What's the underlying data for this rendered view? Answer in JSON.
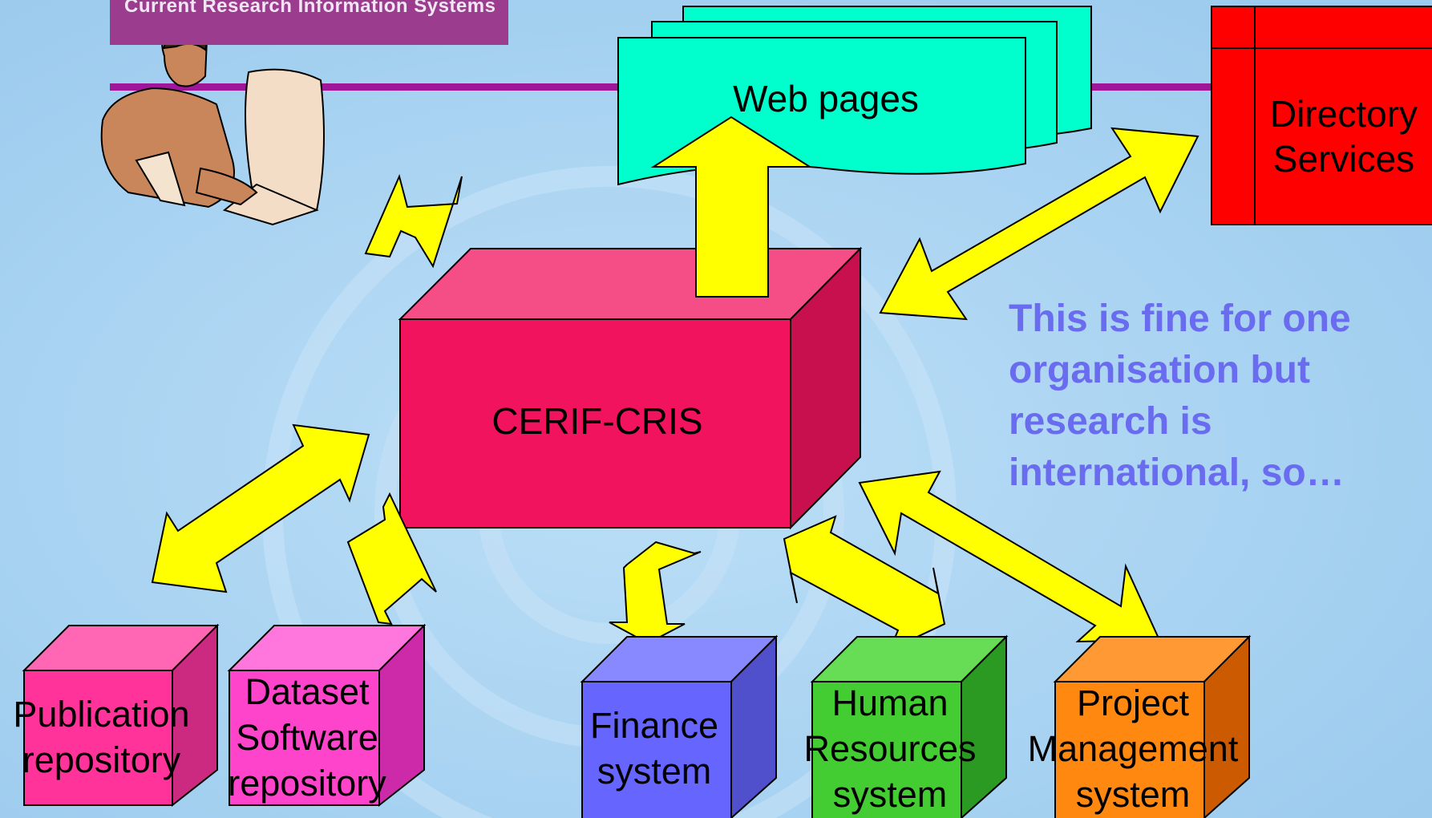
{
  "banner": {
    "text": "Current Research Information Systems"
  },
  "central": {
    "label": "CERIF-CRIS"
  },
  "web": {
    "label": "Web pages"
  },
  "directory": {
    "line1": "Directory",
    "line2": "Services"
  },
  "note": {
    "line1": "This is fine for one",
    "line2": "organisation but",
    "line3": "research is",
    "line4": "international, so…"
  },
  "systems": {
    "publication": {
      "line1": "Publication",
      "line2": "repository"
    },
    "dataset": {
      "line1": "Dataset",
      "line2": "Software",
      "line3": "repository"
    },
    "finance": {
      "line1": "Finance",
      "line2": "system"
    },
    "hr": {
      "line1": "Human",
      "line2": "Resources",
      "line3": "system"
    },
    "project": {
      "line1": "Project",
      "line2": "Management",
      "line3": "system"
    }
  },
  "colors": {
    "background": "#a9d4f2",
    "banner": "#9b3c8e",
    "accent_line": "#a0169a",
    "central": "#f2135e",
    "web_pages": "#00ffcc",
    "directory": "#ff0000",
    "arrow": "#ffff00",
    "publication": "#ff3399",
    "dataset": "#ff44cc",
    "finance": "#6666ff",
    "hr": "#44cc33",
    "project": "#ff8811",
    "note_text": "#6a6cf0"
  },
  "icons": {
    "user": "person-at-computer-icon"
  }
}
